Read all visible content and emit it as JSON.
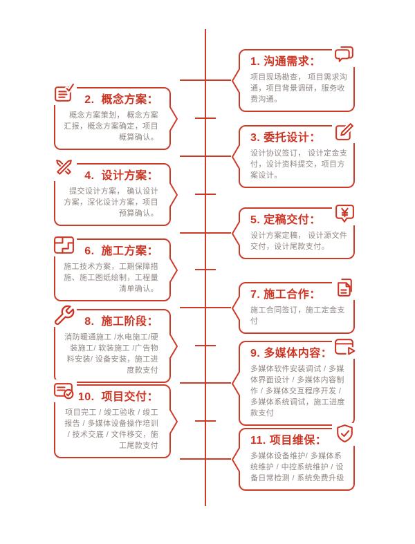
{
  "diagram": {
    "colors": {
      "accent_red": "#ce3422",
      "line_red": "#cd3a28",
      "body_text": "#8f8682",
      "background": "#ffffff"
    },
    "steps": [
      {
        "number": "1.",
        "title": "沟通需求",
        "title_text": "1. 沟通需求：",
        "side": "right",
        "icon": "chat-bubbles-icon",
        "description": "项目现场勘查， 项目需求沟通，项目背景调研，服务收费沟通。"
      },
      {
        "number": "2.",
        "title": "概念方案",
        "title_text": "2.  概念方案：",
        "side": "left",
        "icon": "note-list-icon",
        "description": "概念方案策划， 概念方案汇报，概念方案确定，项目概算确认。"
      },
      {
        "number": "3.",
        "title": "委托设计",
        "title_text": "3. 委托设计：",
        "side": "right",
        "icon": "pencil-edit-icon",
        "description": "设计协议签订， 设计定金支付，设计资料提交，项目方案设计。"
      },
      {
        "number": "4.",
        "title": "设计方案",
        "title_text": "4.  设计方案：",
        "side": "left",
        "icon": "crossed-pens-icon",
        "description": "提交设计方案， 确认设计方案，深化设计方案，项目预算确认。"
      },
      {
        "number": "5.",
        "title": "定稿交付",
        "title_text": "5. 定稿交付：",
        "side": "right",
        "icon": "yuan-bubble-icon",
        "description": "设计方案定稿， 设计源文件交付，设计尾款支付。"
      },
      {
        "number": "6.",
        "title": "施工方案",
        "title_text": "6.  施工方案：",
        "side": "left",
        "icon": "blueprint-icon",
        "description": "施工技术方案，工期保障措施、施工图纸绘制，工程量清单确认。"
      },
      {
        "number": "7.",
        "title": "施工合作",
        "title_text": "7. 施工合作：",
        "side": "right",
        "icon": "documents-stack-icon",
        "description": "施工合同签订，施工定金支付"
      },
      {
        "number": "8.",
        "title": "施工阶段",
        "title_text": "8.  施工阶段：",
        "side": "left",
        "icon": "wrench-icon",
        "description": "消防暖通施工 /水电施工/硬装施工/ 软装施工 /广告物料安装/ 设备安装，施工进度款支付"
      },
      {
        "number": "9.",
        "title": "多媒体内容",
        "title_text": "9. 多媒体内容：",
        "side": "right",
        "icon": "media-play-icon",
        "description": "多媒体软件安装调试 / 多媒体界面设计 / 多媒体内容制作 / 多媒体交互程序开发 / 多媒体系统调试，施工进度款支付"
      },
      {
        "number": "10.",
        "title": "项目交付",
        "title_text": "10.  项目交付：",
        "side": "left",
        "icon": "card-check-icon",
        "description": "项目完工 / 竣工验收 / 竣工报告 / 多媒体设备操作培训 / 技术交底 / 文件移交，施工尾款支付"
      },
      {
        "number": "11.",
        "title": "项目维保",
        "title_text": "11. 项目维保：",
        "side": "right",
        "icon": "shield-check-icon",
        "description": "多媒体设备维护/ 多媒体系统维护 / 中控系统维护 / 设备日常检测 / 系统免费升级"
      }
    ]
  }
}
